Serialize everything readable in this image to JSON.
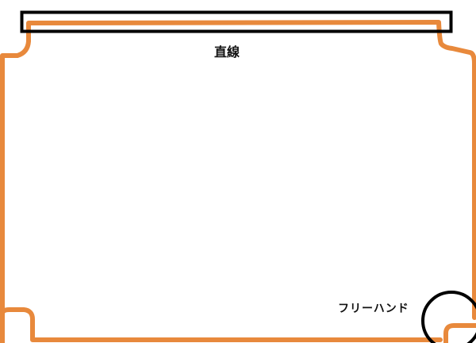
{
  "labels": {
    "straight": "直線",
    "freehand": "フリーハンド"
  },
  "colors": {
    "frame": "#e8893c",
    "annotation": "#000000",
    "background": "#ffffff"
  },
  "annotations": [
    {
      "type": "rectangle",
      "target": "top-straight-edge"
    },
    {
      "type": "circle",
      "target": "bottom-right-freehand-corner"
    }
  ]
}
